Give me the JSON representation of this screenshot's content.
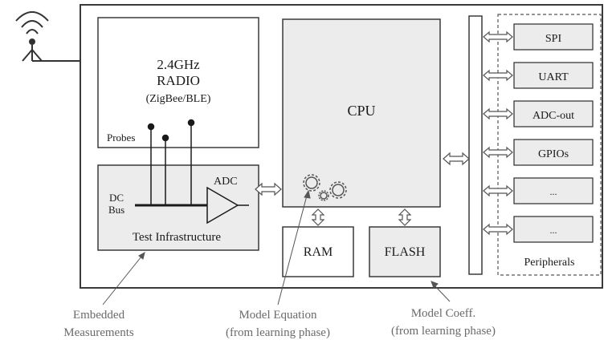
{
  "radio": {
    "line1": "2.4GHz",
    "line2": "RADIO",
    "line3": "(ZigBee/BLE)",
    "probes_label": "Probes"
  },
  "test_infrastructure": {
    "label": "Test Infrastructure",
    "adc_label": "ADC",
    "dc_bus_line1": "DC",
    "dc_bus_line2": "Bus"
  },
  "cpu": {
    "label": "CPU"
  },
  "memory": {
    "ram_label": "RAM",
    "flash_label": "FLASH"
  },
  "peripherals": {
    "label": "Peripherals",
    "items": [
      "SPI",
      "UART",
      "ADC-out",
      "GPIOs",
      "...",
      "..."
    ]
  },
  "annotations": {
    "embedded_line1": "Embedded",
    "embedded_line2": "Measurements",
    "equation_line1": "Model Equation",
    "equation_line2": "(from learning phase)",
    "coeff_line1": "Model Coeff.",
    "coeff_line2": "(from learning phase)"
  },
  "colors": {
    "box_fill": "#ececec",
    "border": "#3a3a3a",
    "text": "#1a1a1a",
    "annotation": "#6a6a6a"
  },
  "icons": [
    "antenna-icon",
    "gears-icon",
    "bidirectional-arrow-icon",
    "amplifier-icon"
  ]
}
